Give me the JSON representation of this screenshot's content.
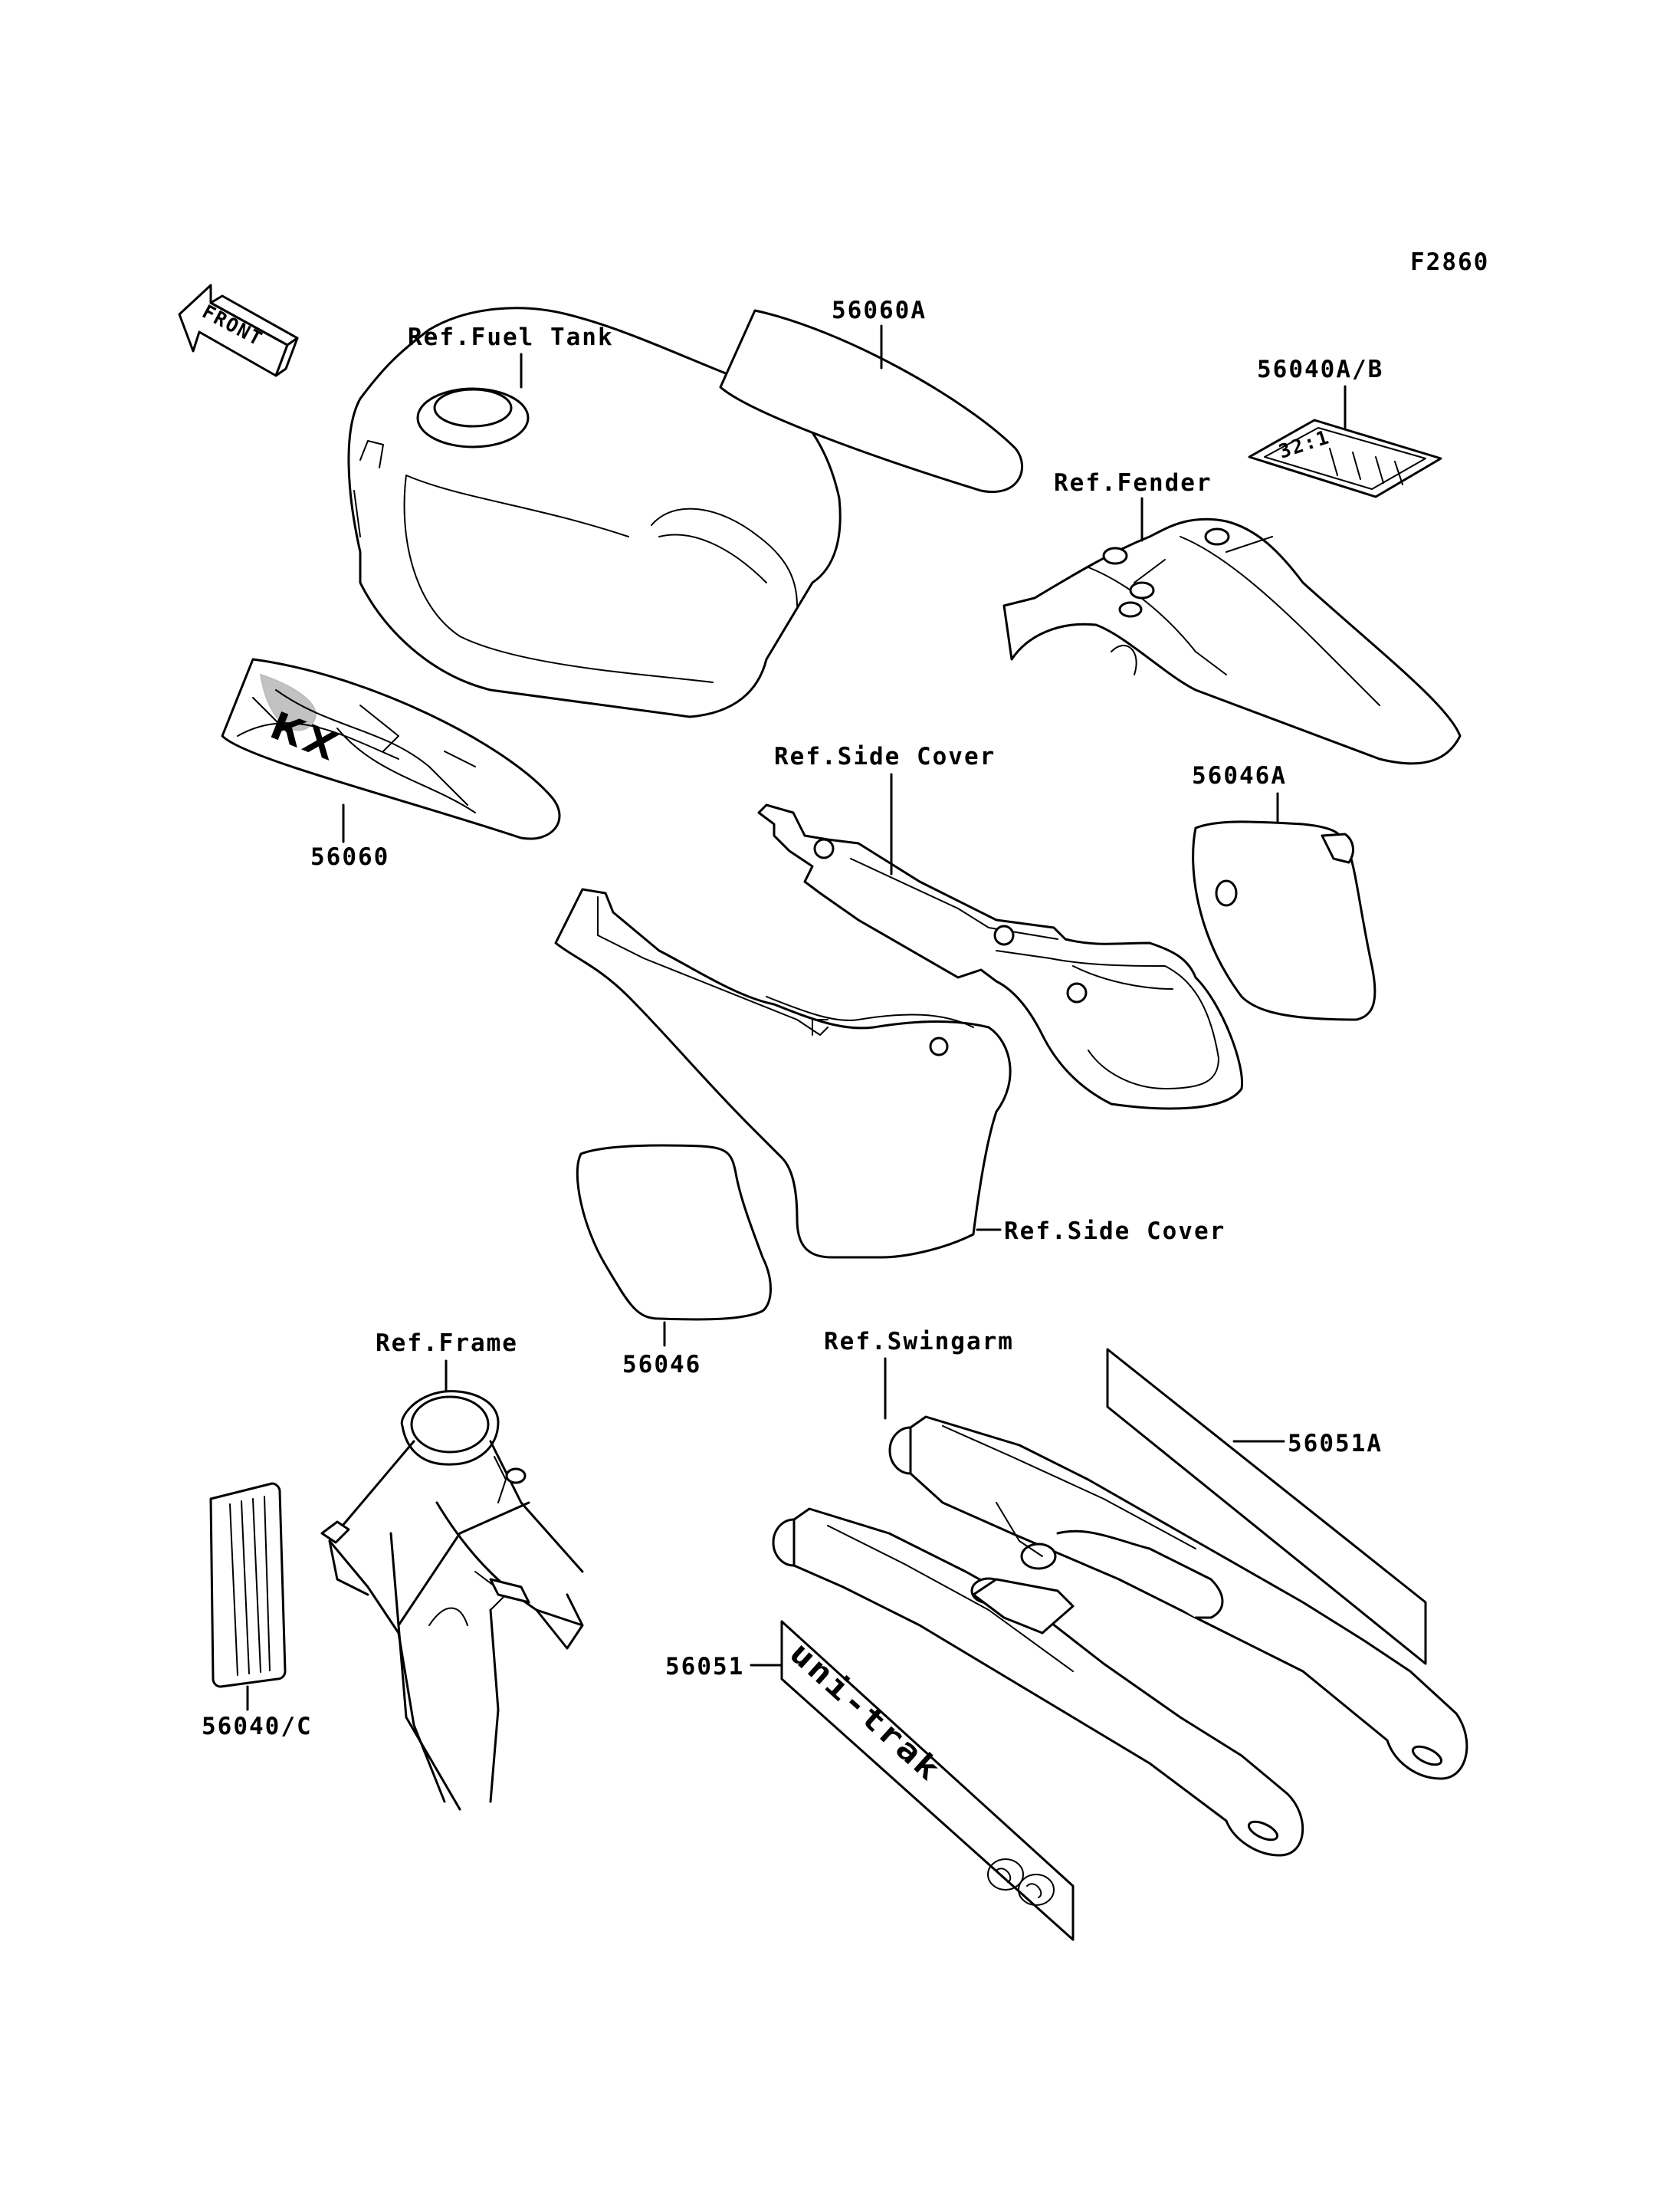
{
  "figure_code": "F2860",
  "front_arrow": "FRONT",
  "callouts": {
    "fuel_tank": "Ref.Fuel Tank",
    "label_56060A": "56060A",
    "label_56040AB": "56040A/B",
    "fender": "Ref.Fender",
    "side_cover_upper": "Ref.Side Cover",
    "label_56046A": "56046A",
    "label_56060": "56060",
    "side_cover_lower": "Ref.Side Cover",
    "label_56046": "56046",
    "frame": "Ref.Frame",
    "swingarm": "Ref.Swingarm",
    "label_56051A": "56051A",
    "label_56051": "56051",
    "label_56040C": "56040/C"
  },
  "decals": {
    "ratio_label": "32:1",
    "tank_graphic": "KX",
    "swingarm_decal": "uni-trak"
  }
}
